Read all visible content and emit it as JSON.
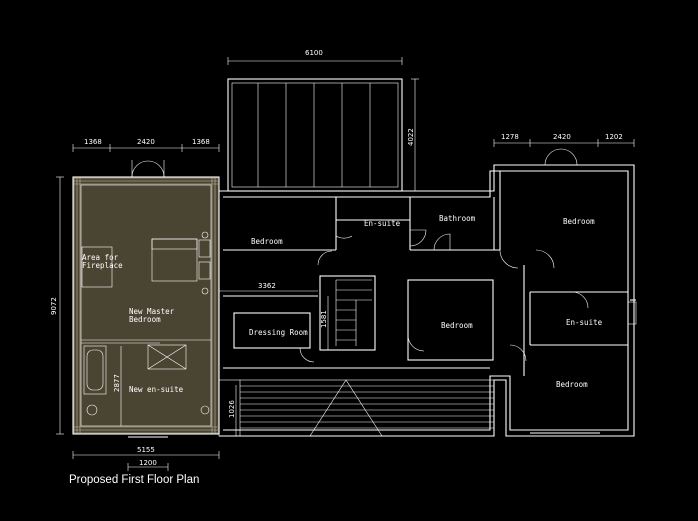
{
  "caption": "Proposed First Floor Plan",
  "colors": {
    "background": "#000000",
    "lines": "#ffffff",
    "new_extension_fill": "#4a4433",
    "extension_hatch": "#c8bfa6"
  },
  "rooms": {
    "area_for_fireplace_line1": "Area for",
    "area_for_fireplace_line2": "Fireplace",
    "new_master_bedroom_line1": "New Master",
    "new_master_bedroom_line2": "Bedroom",
    "new_en_suite": "New en-suite",
    "bedroom_top_left": "Bedroom",
    "en_suite_top": "En-suite",
    "bathroom": "Bathroom",
    "bedroom_top_right": "Bedroom",
    "dressing_room": "Dressing Room",
    "bedroom_center": "Bedroom",
    "en_suite_right": "En-suite",
    "bedroom_bottom_right": "Bedroom"
  },
  "dimensions": {
    "top_6100": "6100",
    "side_4022": "4022",
    "left_1368_a": "1368",
    "left_2420": "2420",
    "left_1368_b": "1368",
    "right_1278": "1278",
    "right_2420": "2420",
    "right_1202": "1202",
    "side_9072": "9072",
    "dim_3362": "3362",
    "dim_1581": "1581",
    "dim_2877": "2877",
    "dim_1026": "1026",
    "bottom_5155": "5155",
    "bottom_1200": "1200"
  }
}
